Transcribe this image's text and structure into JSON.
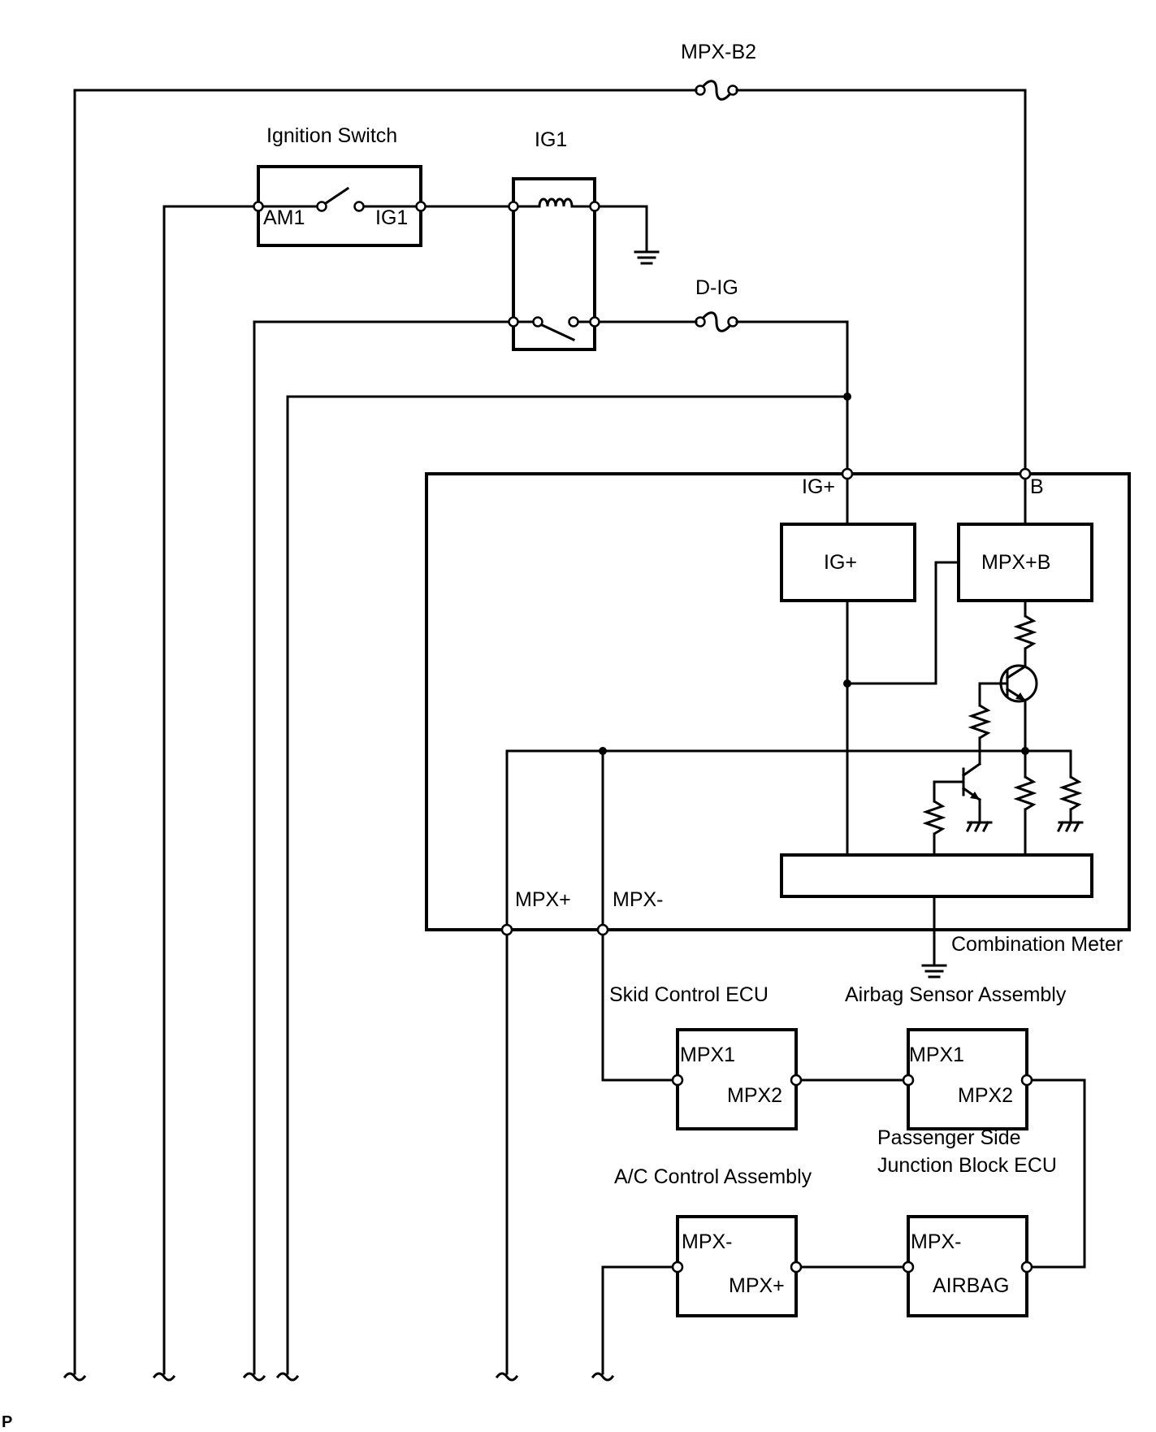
{
  "fuses": {
    "mpx_b2": "MPX-B2",
    "d_ig": "D-IG"
  },
  "ignition_switch": {
    "title": "Ignition Switch",
    "am1": "AM1",
    "ig1": "IG1"
  },
  "relay": {
    "title": "IG1"
  },
  "combination_meter": {
    "title": "Combination Meter",
    "terminal_ig": "IG+",
    "terminal_b": "B",
    "block_ig": "IG+",
    "block_mpx_b": "MPX+B",
    "terminal_mpx_plus": "MPX+",
    "terminal_mpx_minus": "MPX-"
  },
  "skid_control_ecu": {
    "title": "Skid Control ECU",
    "mpx1": "MPX1",
    "mpx2": "MPX2"
  },
  "airbag_sensor": {
    "title": "Airbag Sensor Assembly",
    "mpx1": "MPX1",
    "mpx2": "MPX2"
  },
  "junction_block": {
    "title_line1": "Passenger Side",
    "title_line2": "Junction Block ECU",
    "mpx_minus": "MPX-",
    "airbag": "AIRBAG"
  },
  "ac_control": {
    "title": "A/C Control Assembly",
    "mpx_minus": "MPX-",
    "mpx_plus": "MPX+"
  },
  "corner_label": "P"
}
